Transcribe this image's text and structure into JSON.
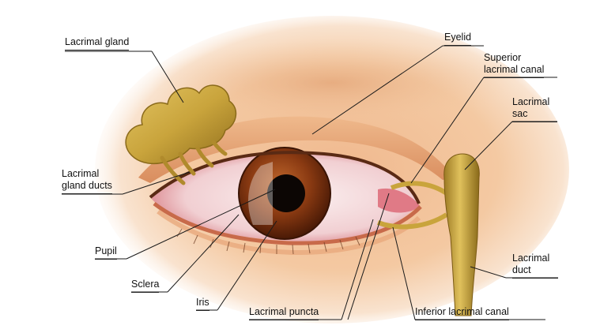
{
  "labels": {
    "lacrimal_gland": "Lacrimal gland",
    "eyelid": "Eyelid",
    "superior_lacrimal_canal_1": "Superior",
    "superior_lacrimal_canal_2": "lacrimal canal",
    "lacrimal_sac_1": "Lacrimal",
    "lacrimal_sac_2": "sac",
    "lacrimal_gland_ducts_1": "Lacrimal",
    "lacrimal_gland_ducts_2": "gland ducts",
    "pupil": "Pupil",
    "sclera": "Sclera",
    "iris": "Iris",
    "lacrimal_puncta": "Lacrimal puncta",
    "inferior_lacrimal_canal": "Inferior lacrimal canal",
    "lacrimal_duct_1": "Lacrimal",
    "lacrimal_duct_2": "duct"
  },
  "colors": {
    "skin": "#f3c49a",
    "iris": "#8a3a12",
    "gland": "#c9a43c",
    "sclera": "#f6e4e4",
    "leader": "#1a1a1a"
  }
}
